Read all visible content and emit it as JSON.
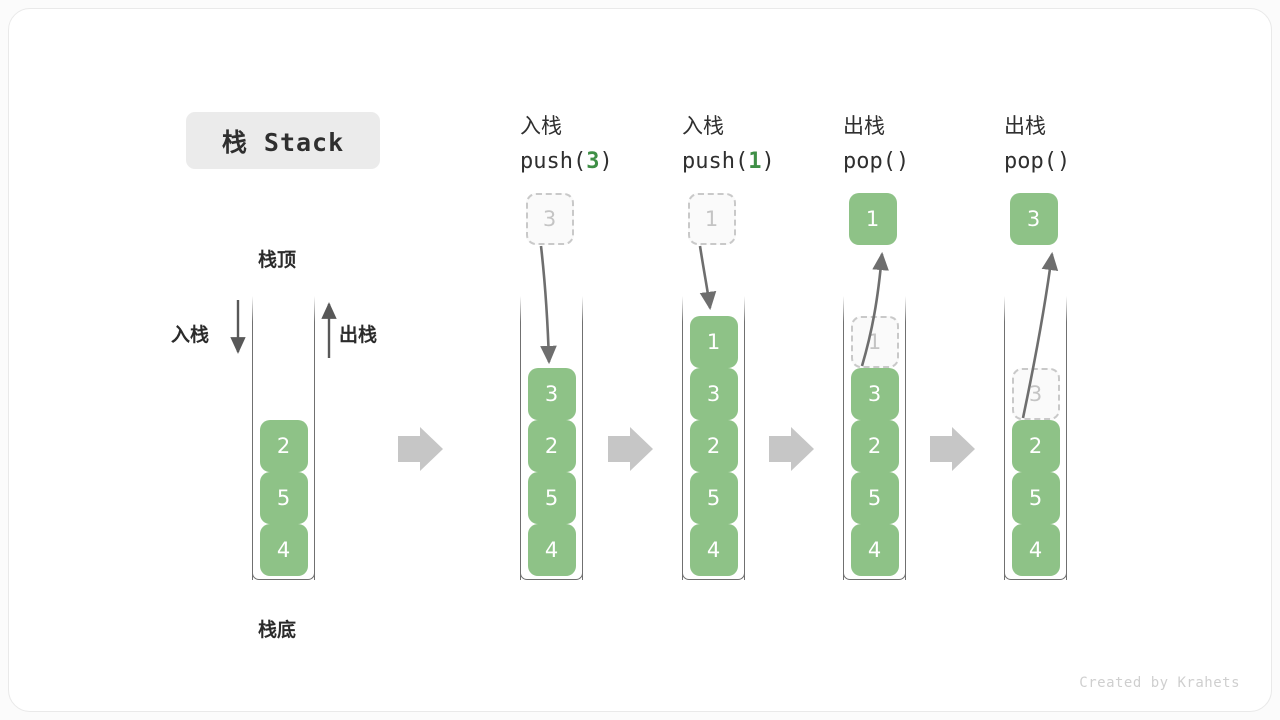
{
  "title": {
    "text": "栈 Stack"
  },
  "watermark": {
    "text": "Created by Krahets"
  },
  "left_stack": {
    "top_label": "栈顶",
    "bottom_label": "栈底",
    "push_label": "入栈",
    "pop_label": "出栈",
    "cells": [
      "2",
      "5",
      "4"
    ]
  },
  "colors": {
    "cell_fill": "#8ec287",
    "cell_text": "#ffffff",
    "ghost_fill": "#fafafa",
    "ghost_text": "#c4c4c4",
    "ghost_border": "#c9c9c9",
    "accent_green": "#3f8f46",
    "arrow_gray": "#c6c6c6",
    "line_gray": "#707070",
    "badge_bg": "#ebebeb",
    "card_bg": "#ffffff",
    "page_bg": "#fbfbfb"
  },
  "stages": [
    {
      "id": "push-3",
      "op_label": "入栈",
      "op_call_prefix": "push(",
      "op_arg": "3",
      "op_call_suffix": ")",
      "float_cell": {
        "value": "3",
        "style": "ghost"
      },
      "cells": [
        "3",
        "2",
        "5",
        "4"
      ],
      "ghost_index": -1
    },
    {
      "id": "push-1",
      "op_label": "入栈",
      "op_call_prefix": "push(",
      "op_arg": "1",
      "op_call_suffix": ")",
      "float_cell": {
        "value": "1",
        "style": "ghost"
      },
      "cells": [
        "1",
        "3",
        "2",
        "5",
        "4"
      ],
      "ghost_index": -1
    },
    {
      "id": "pop-1",
      "op_label": "出栈",
      "op_call_prefix": "pop(",
      "op_arg": "",
      "op_call_suffix": ")",
      "float_cell": {
        "value": "1",
        "style": "filled"
      },
      "cells": [
        "1",
        "3",
        "2",
        "5",
        "4"
      ],
      "ghost_index": 0
    },
    {
      "id": "pop-3",
      "op_label": "出栈",
      "op_call_prefix": "pop(",
      "op_arg": "",
      "op_call_suffix": ")",
      "float_cell": {
        "value": "3",
        "style": "filled"
      },
      "cells": [
        "3",
        "2",
        "5",
        "4"
      ],
      "ghost_index": 0
    }
  ],
  "flow_arrows": [
    {
      "name": "flow-arrow-1"
    },
    {
      "name": "flow-arrow-2"
    },
    {
      "name": "flow-arrow-3"
    },
    {
      "name": "flow-arrow-4"
    }
  ]
}
